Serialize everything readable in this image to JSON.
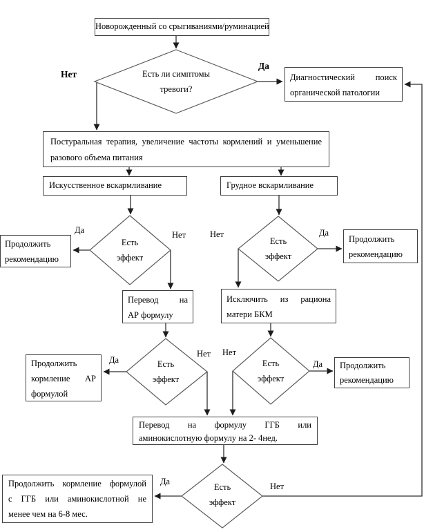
{
  "labels": {
    "yes": "Да",
    "no": "Нет"
  },
  "nodes": {
    "start": "Новорожденный со срыгиваниями/руминацией",
    "alarm": [
      "Есть ли симптомы",
      "тревоги?"
    ],
    "diagnostic": [
      "Диагностический поиск",
      "органической патологии"
    ],
    "postural": [
      "Постуральная терапия, увеличение частоты кормлений и уменьшение",
      "разового объема питания"
    ],
    "artificial": "Искусственное вскармливание",
    "breast": "Грудное вскармливание",
    "effect": [
      "Есть",
      "эффект"
    ],
    "continue_rec": [
      "Продолжить",
      "рекомендацию"
    ],
    "ar_formula": [
      "Перевод на",
      "АР формулу"
    ],
    "exclude_cmp": [
      "Исключить из рациона",
      "матери БКМ"
    ],
    "continue_ar": [
      "Продолжить",
      "кормление АР",
      "формулой"
    ],
    "ggb_formula": [
      "Перевод на формулу ГГБ или",
      "аминокислотную формулу на 2- 4нед."
    ],
    "final": [
      "Продолжить кормление формулой",
      "с ГГБ или аминокислотной не",
      "менее чем на 6-8 мес."
    ]
  }
}
